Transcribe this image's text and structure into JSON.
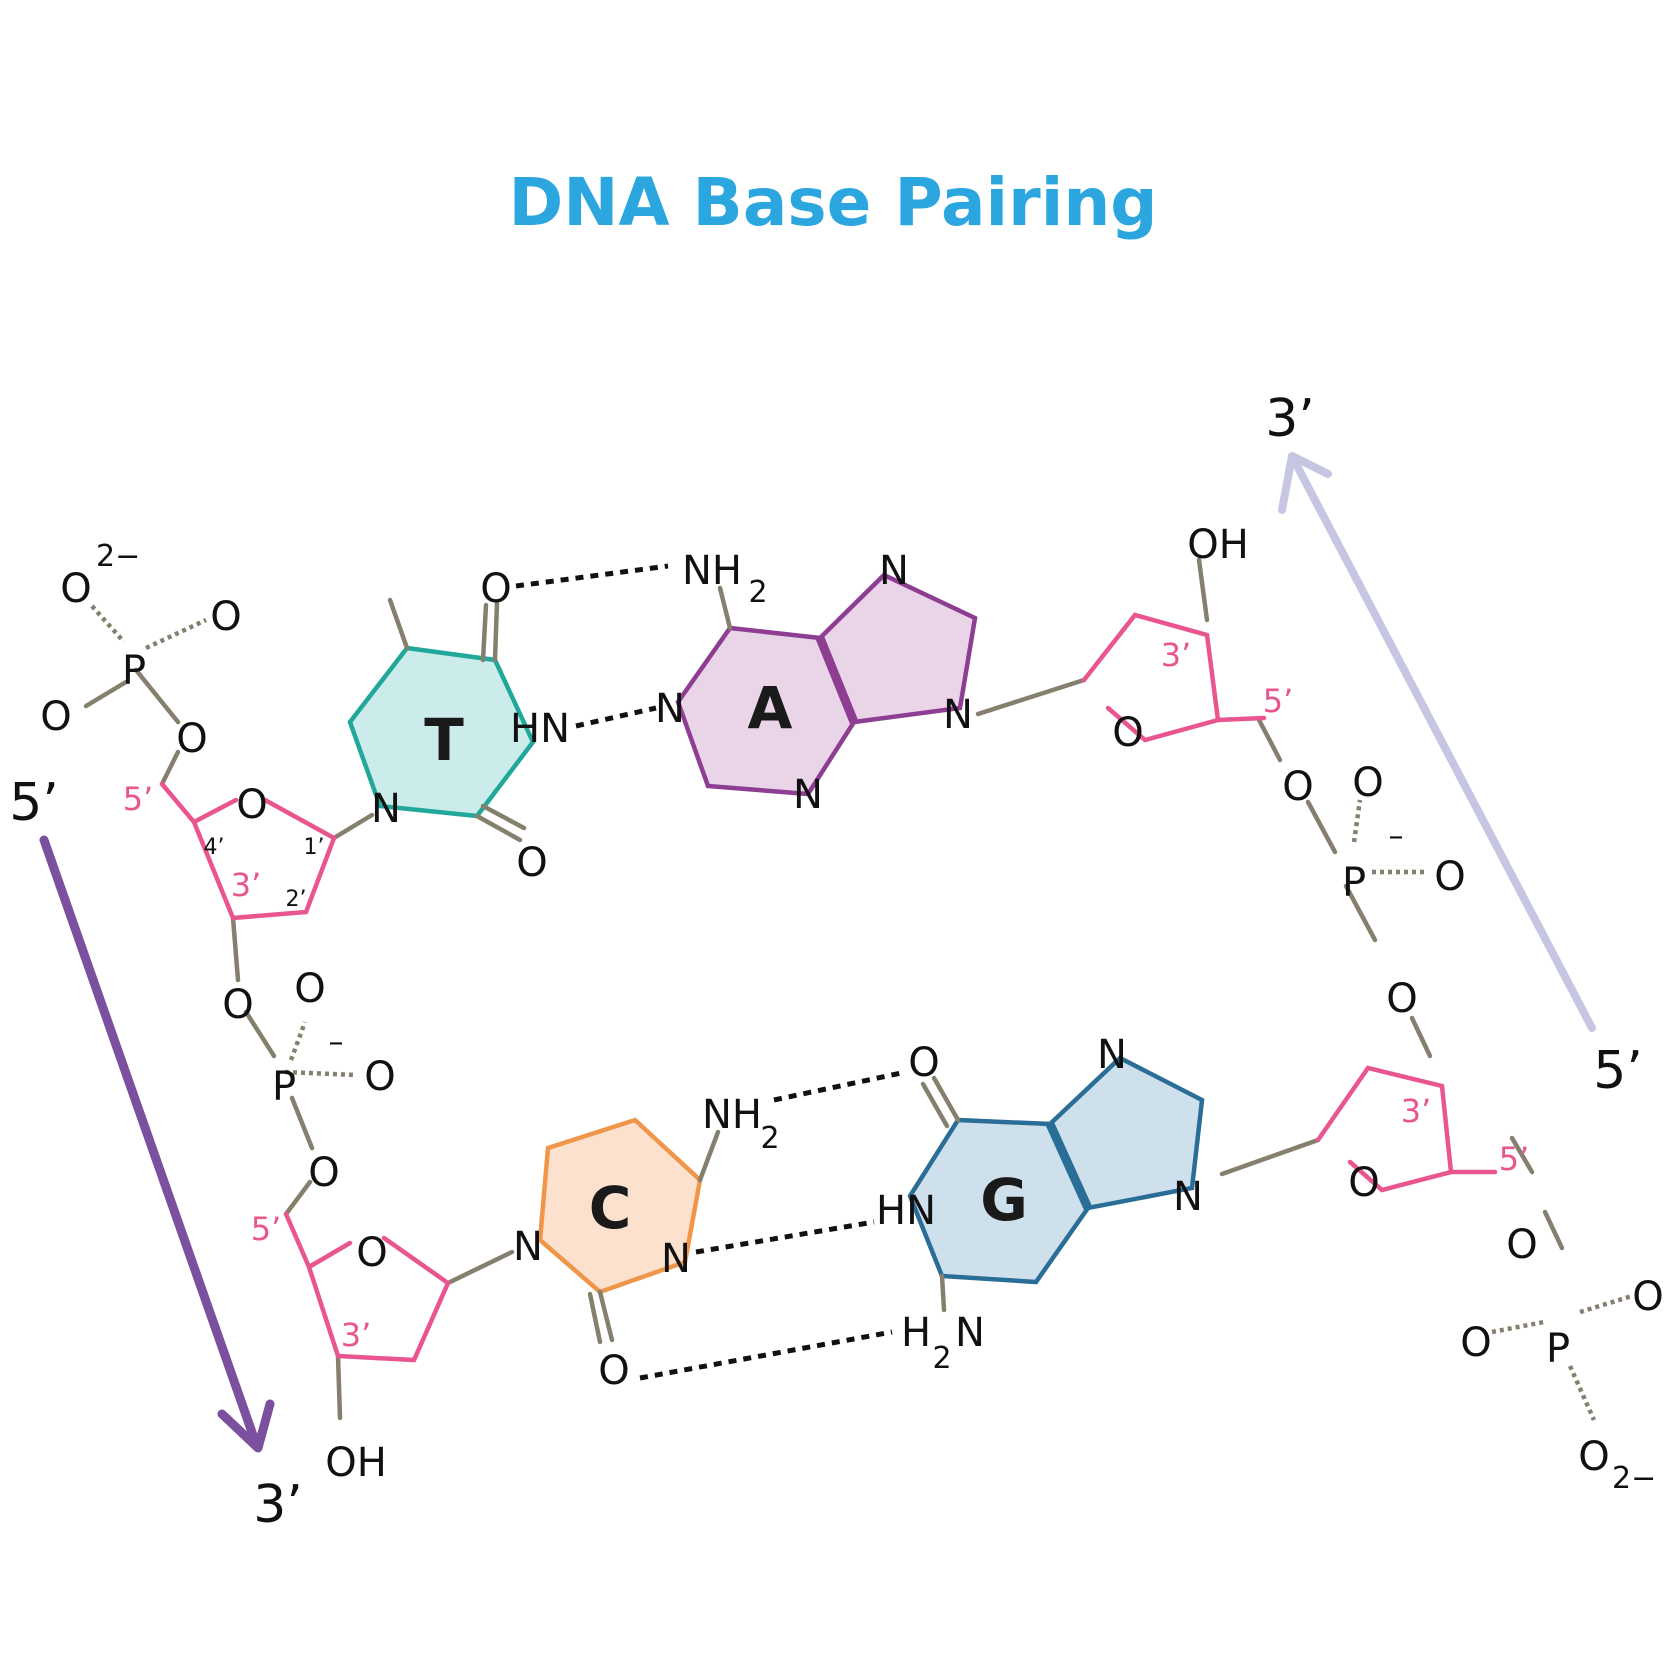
{
  "title": "DNA Base Pairing",
  "colors": {
    "title": "#2BA6DE",
    "sugar": "#E8558F",
    "bond": "#857F6E",
    "thymine_stroke": "#21A89A",
    "thymine_fill": "#CCECEC",
    "adenine_stroke": "#8E3E92",
    "adenine_fill": "#E9D5E7",
    "cytosine_stroke": "#F0964A",
    "cytosine_fill": "#FCE2CE",
    "guanine_stroke": "#2A6E98",
    "guanine_fill": "#CDE0EC",
    "arrow_left": "#7B509F",
    "arrow_right": "#C6C6E3"
  },
  "strand_labels": {
    "left_top": "5’",
    "left_bottom": "3’",
    "right_top": "3’",
    "right_bottom": "5’"
  },
  "bases": {
    "thymine": "T",
    "adenine": "A",
    "cytosine": "C",
    "guanine": "G"
  },
  "atoms": {
    "O": "O",
    "P": "P",
    "N": "N",
    "HN": "HN",
    "NH": "NH",
    "H": "H",
    "OH": "OH",
    "sub2": "2",
    "charge": "2−",
    "minus_mark": "–"
  },
  "carbon_labels": {
    "c1": "1’",
    "c2": "2’",
    "c3": "3’",
    "c4": "4’",
    "c5": "5’"
  }
}
